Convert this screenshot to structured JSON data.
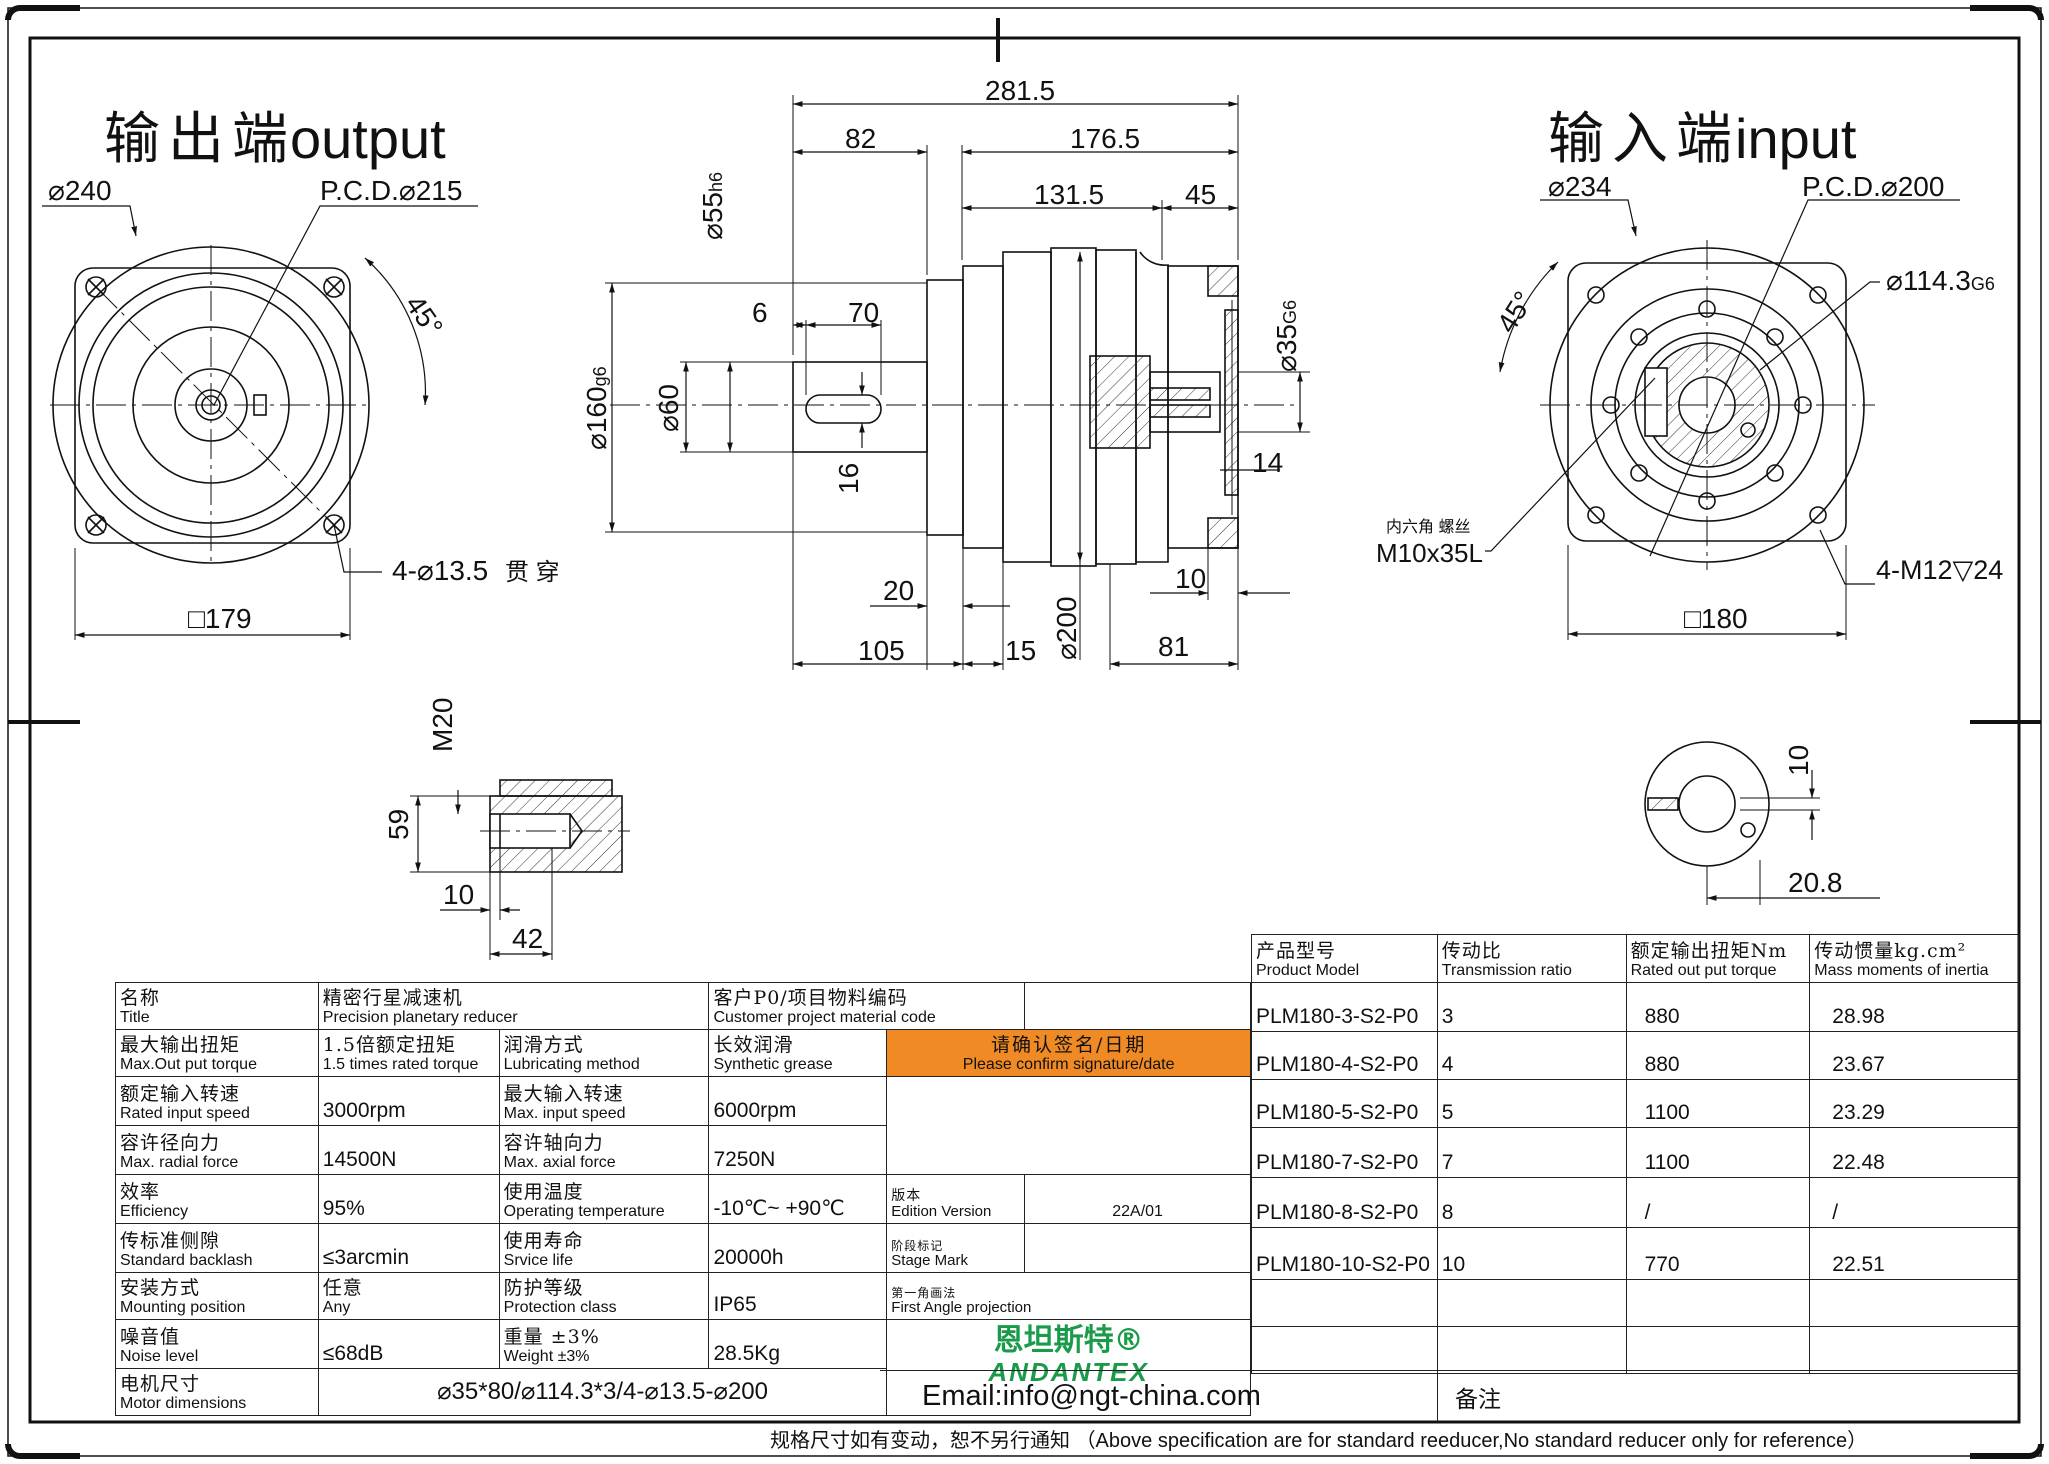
{
  "views": {
    "output_title_cn": "输出端",
    "output_title_en": "output",
    "input_title_cn": "输入端",
    "input_title_en": "input"
  },
  "dims": {
    "out_dia240": "⌀240",
    "out_pcd215": "P.C.D.⌀215",
    "out_angle45": "45°",
    "out_holes": "4-⌀13.5",
    "out_holes_cn": "贯 穿",
    "out_square179": "□179",
    "side_281_5": "281.5",
    "side_82": "82",
    "side_176_5": "176.5",
    "side_131_5": "131.5",
    "side_45": "45",
    "side_55h6": "⌀55",
    "side_55h6_sub": "h6",
    "side_6": "6",
    "side_70": "70",
    "side_160g6": "⌀160",
    "side_160g6_sub": "g6",
    "side_60": "⌀60",
    "side_16": "16",
    "side_35g6": "⌀35",
    "side_35g6_sub": "G6",
    "side_14": "14",
    "side_20": "20",
    "side_10": "10",
    "side_200": "⌀200",
    "side_105": "105",
    "side_15": "15",
    "side_81": "81",
    "in_dia234": "⌀234",
    "in_pcd200": "P.C.D.⌀200",
    "in_dia114": "⌀114.3",
    "in_dia114_sub": "G6",
    "in_angle45": "45°",
    "in_screw_cn": "内六角 螺丝",
    "in_screw": "M10x35L",
    "in_tapped": "4-M12▽24",
    "in_square180": "□180",
    "det_M20": "M20",
    "det_59": "59",
    "det_10": "10",
    "det_42": "42",
    "det2_10": "10",
    "det2_20_8": "20.8"
  },
  "product_table": {
    "headers": [
      {
        "cn": "产品型号",
        "en": "Product Model"
      },
      {
        "cn": "传动比",
        "en": "Transmission ratio"
      },
      {
        "cn": "额定输出扭矩Nm",
        "en": "Rated out put torque"
      },
      {
        "cn": "传动惯量kg.cm²",
        "en": "Mass moments of inertia"
      }
    ],
    "rows": [
      [
        "PLM180-3-S2-P0",
        "3",
        "880",
        "28.98"
      ],
      [
        "PLM180-4-S2-P0",
        "4",
        "880",
        "23.67"
      ],
      [
        "PLM180-5-S2-P0",
        "5",
        "1100",
        "23.29"
      ],
      [
        "PLM180-7-S2-P0",
        "7",
        "1100",
        "22.48"
      ],
      [
        "PLM180-8-S2-P0",
        "8",
        "/",
        "/"
      ],
      [
        "PLM180-10-S2-P0",
        "10",
        "770",
        "22.51"
      ]
    ]
  },
  "spec_table": {
    "title_cn": "名称",
    "title_en": "Title",
    "title_val_cn": "精密行星减速机",
    "title_val_en": "Precision planetary reducer",
    "cust_cn": "客户P0/项目物料编码",
    "cust_en": "Customer project material code",
    "maxtorque_cn": "最大输出扭矩",
    "maxtorque_en": "Max.Out put torque",
    "maxtorque_val_cn": "1.5倍额定扭矩",
    "maxtorque_val_en": "1.5 times rated torque",
    "lub_cn": "润滑方式",
    "lub_en": "Lubricating method",
    "lub_val_cn": "长效润滑",
    "lub_val_en": "Synthetic grease",
    "confirm_cn": "请确认签名/日期",
    "confirm_en": "Please confirm signature/date",
    "rin_cn": "额定输入转速",
    "rin_en": "Rated input speed",
    "rin_val": "3000rpm",
    "mxin_cn": "最大输入转速",
    "mxin_en": "Max. input speed",
    "mxin_val": "6000rpm",
    "rad_cn": "容许径向力",
    "rad_en": "Max. radial force",
    "rad_val": "14500N",
    "axi_cn": "容许轴向力",
    "axi_en": "Max. axial force",
    "axi_val": "7250N",
    "eff_cn": "效率",
    "eff_en": "Efficiency",
    "eff_val": "95%",
    "temp_cn": "使用温度",
    "temp_en": "Operating temperature",
    "temp_val": "-10℃~ +90℃",
    "edition_cn": "版本",
    "edition_en": "Edition Version",
    "edition_val": "22A/01",
    "back_cn": "传标准侧隙",
    "back_en": "Standard backlash",
    "back_val": "≤3arcmin",
    "life_cn": "使用寿命",
    "life_en": "Srvice life",
    "life_val": "20000h",
    "stage_cn": "阶段标记",
    "stage_en": "Stage Mark",
    "mount_cn": "安装方式",
    "mount_en": "Mounting position",
    "mount_val_cn": "任意",
    "mount_val_en": "Any",
    "prot_cn": "防护等级",
    "prot_en": "Protection class",
    "prot_val": "IP65",
    "proj_cn": "第一角画法",
    "proj_en": "First Angle projection",
    "noise_cn": "噪音值",
    "noise_en": "Noise level",
    "noise_val": "≤68dB",
    "weight_cn": "重量 ±3%",
    "weight_en": "Weight ±3%",
    "weight_val": "28.5Kg",
    "motor_cn": "电机尺寸",
    "motor_en": "Motor dimensions",
    "motor_val": "⌀35*80/⌀114.3*3/4-⌀13.5-⌀200",
    "email": "Email:info@ngt-china.com",
    "remark_cn": "备注",
    "logo_cn": "恩坦斯特®",
    "logo_en": "ANDANTEX"
  },
  "footer": {
    "note_cn": "规格尺寸如有变动，恕不另行通知",
    "note_en": "（Above specification are for standard reeducer,No standard reducer only for reference）"
  },
  "colors": {
    "accent_orange": "#f08a24",
    "logo_green": "#1a9b4a"
  }
}
